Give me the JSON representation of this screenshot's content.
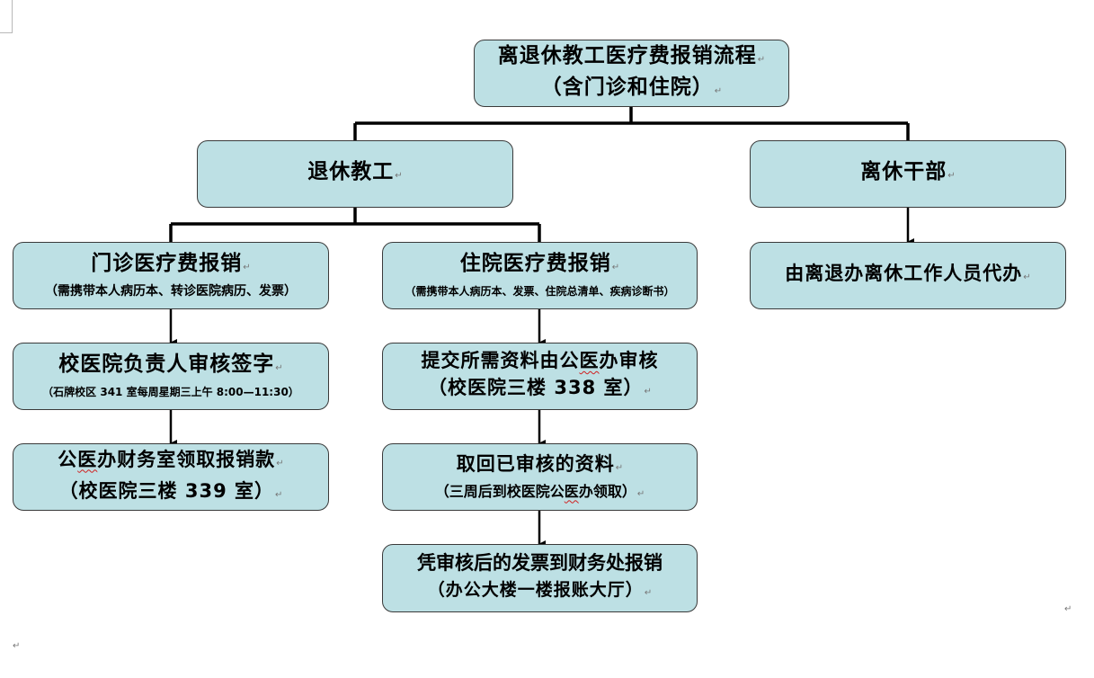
{
  "root": {
    "line1": "离退休教工医疗费报销流程",
    "line2": "（含门诊和住院）"
  },
  "retired": {
    "title": "退休教工"
  },
  "cadre": {
    "title": "离休干部",
    "step1": "由离退办离休工作人员代办"
  },
  "outpatient": {
    "title": "门诊医疗费报销",
    "note": "（需携带本人病历本、转诊医院病历、发票）",
    "step1_title": "校医院负责人审核签字",
    "step1_note": "（石牌校区 341 室每周星期三上午 8:00—11:30）",
    "step2_pre": "公",
    "step2_mark": "医",
    "step2_post": "办财务室领取报销款",
    "step2_note": "（校医院三楼 339 室）"
  },
  "inpatient": {
    "title": "住院医疗费报销",
    "note": "（需携带本人病历本、发票、住院总清单、疾病诊断书）",
    "step1_pre": "提交所需资料由公",
    "step1_mark": "医",
    "step1_post": "办审核",
    "step1_note": "（校医院三楼 338 室）",
    "step2_title": "取回已审核的资料",
    "step2_pre": "（三周后到校医院公",
    "step2_mark": "医",
    "step2_post": "办领取）",
    "step3_title": "凭审核后的发票到财务处报销",
    "step3_note": "（办公大楼一楼报账大厅）"
  },
  "colors": {
    "box_fill": "#bde0e4",
    "box_border": "#3a3a3a",
    "connector": "#000000",
    "spellcheck_underline": "#d02020"
  }
}
